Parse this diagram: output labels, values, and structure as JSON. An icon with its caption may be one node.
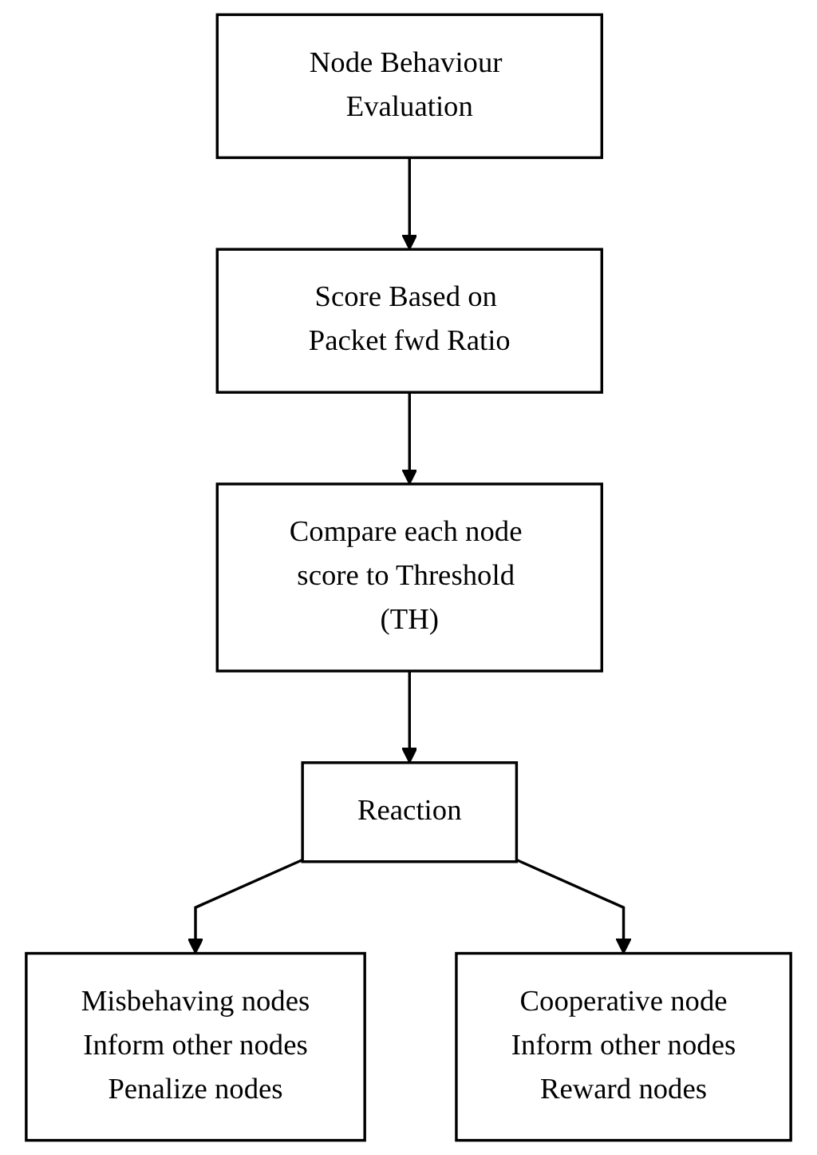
{
  "diagram": {
    "nodes": [
      {
        "text": [
          "Node Behaviour Evaluation"
        ]
      },
      {
        "text": [
          "Score Based on Packet fwd Ratio"
        ]
      },
      {
        "text": [
          "Compare each node score to Threshold (TH)"
        ]
      },
      {
        "text": [
          "Reaction"
        ]
      },
      {
        "text": [
          "Misbehaving nodes",
          "Inform other nodes",
          "Penalize nodes"
        ]
      },
      {
        "text": [
          "Cooperative node",
          "Inform other nodes",
          "Reward nodes"
        ]
      }
    ],
    "edges": [
      {
        "from": 0,
        "to": 1,
        "arrow": "to"
      },
      {
        "from": 1,
        "to": 2,
        "arrow": "to"
      },
      {
        "from": 2,
        "to": 3,
        "arrow": "to"
      },
      {
        "from": 3,
        "to": 4,
        "arrow": "to"
      },
      {
        "from": 3,
        "to": 5,
        "arrow": "to"
      }
    ]
  }
}
